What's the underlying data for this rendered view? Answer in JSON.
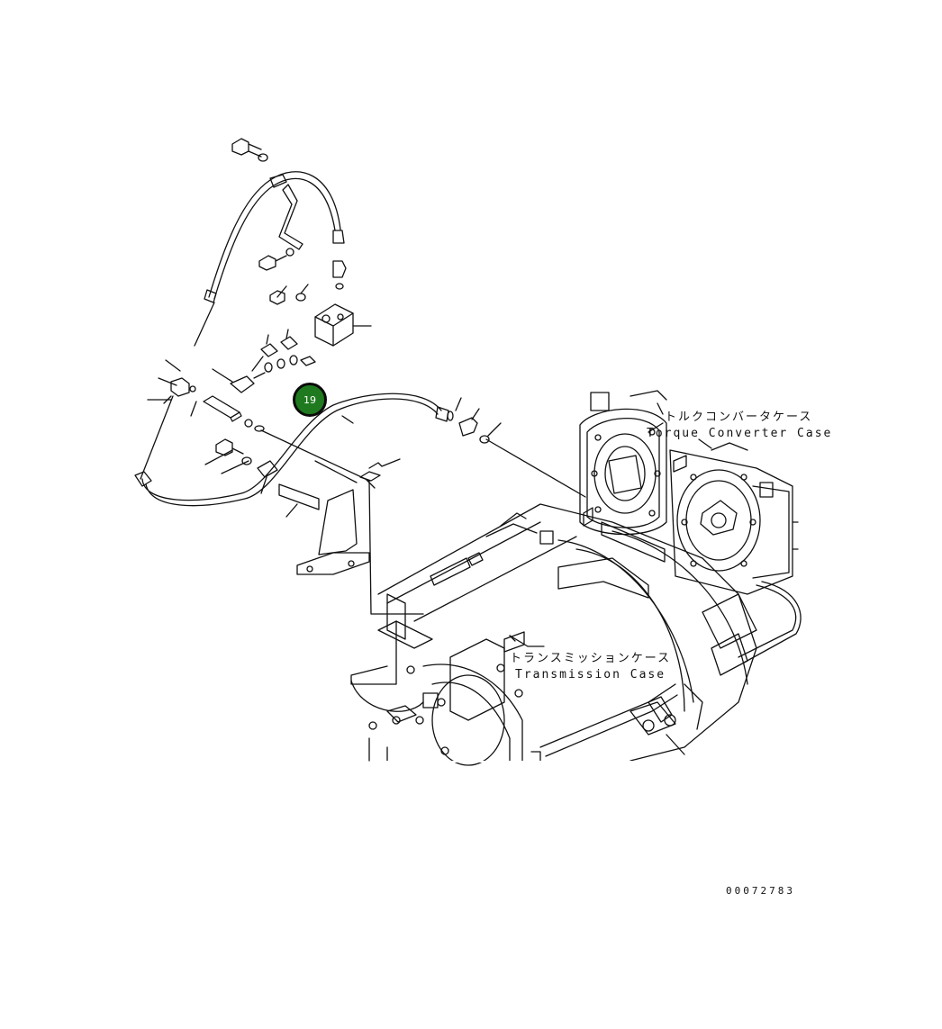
{
  "labels": {
    "torque_converter_jp": "トルクコンバータケース",
    "torque_converter_en": "Torque Converter Case",
    "transmission_jp": "トランスミッションケース",
    "transmission_en": "Transmission Case"
  },
  "callout": {
    "number": "19",
    "color": "#1f7a1f"
  },
  "drawing_number": "00072783"
}
